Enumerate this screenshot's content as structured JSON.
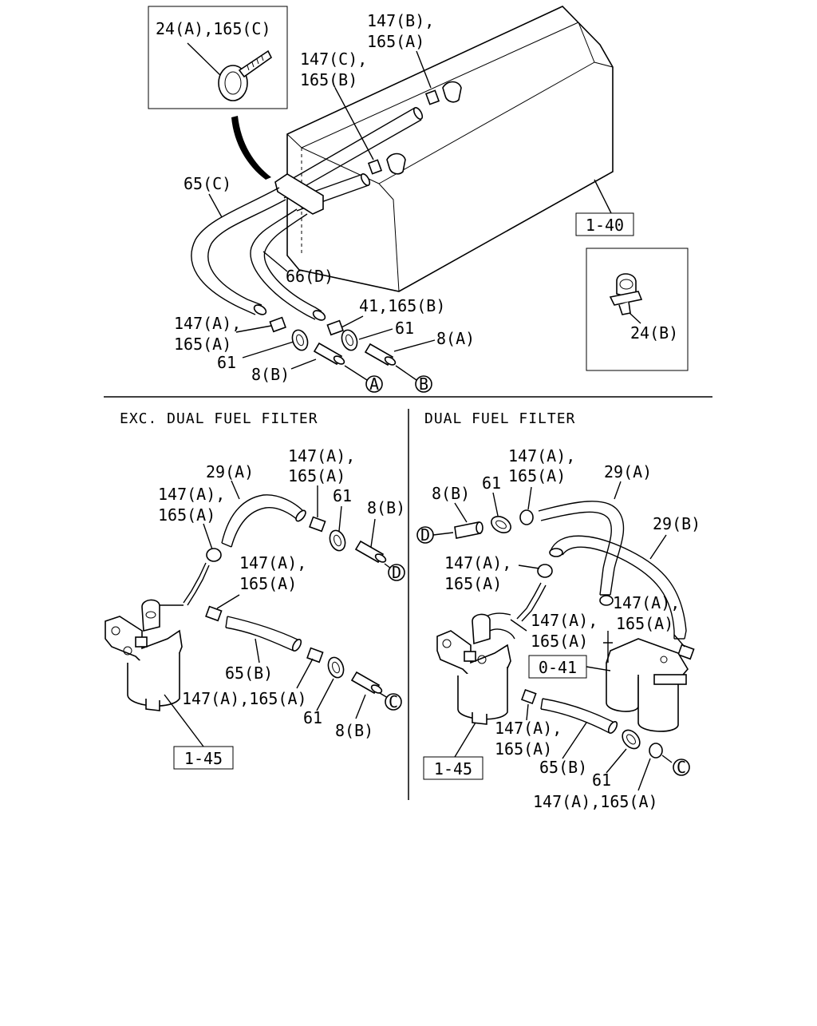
{
  "sections": {
    "left": "EXC. DUAL FUEL FILTER",
    "right": "DUAL FUEL FILTER"
  },
  "refs": {
    "tank": "1-40",
    "filter_left": "1-45",
    "filter_right": "1-45",
    "dual_filter": "0-41"
  },
  "connectors": {
    "A": "A",
    "B": "B",
    "C": "C",
    "D": "D"
  },
  "top_labels": {
    "inset_clamp": "24(A),165(C)",
    "l147b_1": "147(B),",
    "l165a_1": "165(A)",
    "l147c": "147(C),",
    "l165b": "165(B)",
    "l65c": "65(C)",
    "l66d": "66(D)",
    "l41": "41,165(B)",
    "l147a_1": "147(A),",
    "l165a_2": "165(A)",
    "l61a": "61",
    "l61b": "61",
    "l8a": "8(A)",
    "l8b": "8(B)",
    "l24b": "24(B)"
  },
  "left_labels": {
    "l29a": "29(A)",
    "l147a_1": "147(A),",
    "l165a_1": "165(A)",
    "l147a_2": "147(A),",
    "l165a_2": "165(A)",
    "l61": "61",
    "l8b": "8(B)",
    "l147a_3": "147(A),",
    "l165a_3": "165(A)",
    "l65b": "65(B)",
    "l147_165": "147(A),165(A)",
    "l61b": "61",
    "l8b2": "8(B)"
  },
  "right_labels": {
    "l147a_1": "147(A),",
    "l165a_1": "165(A)",
    "l8b": "8(B)",
    "l61": "61",
    "l29a": "29(A)",
    "l29b": "29(B)",
    "l147a_2": "147(A),",
    "l165a_2": "165(A)",
    "l147a_3": "147(A),",
    "l165a_3": "165(A)",
    "l147a_4": "147(A),",
    "l165a_4": "165(A)",
    "l147a_5": "147(A),",
    "l165a_5": "165(A)",
    "l65b": "65(B)",
    "l61b": "61",
    "l147_165": "147(A),165(A)"
  }
}
